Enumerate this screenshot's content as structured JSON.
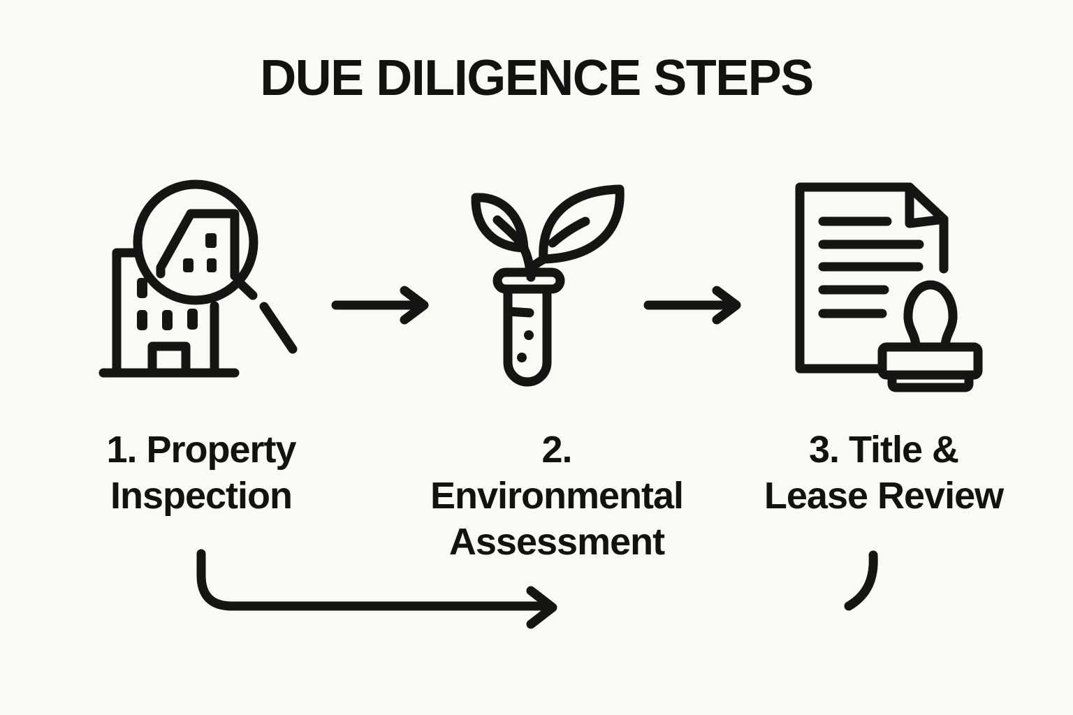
{
  "title": "DUE DILIGENCE STEPS",
  "steps": [
    {
      "number": "1",
      "label_line1": "1. Property",
      "label_line2": "Inspection",
      "icon": "building-magnifier-icon"
    },
    {
      "number": "2",
      "label_line1": "2. Environmental",
      "label_line2": "Assessment",
      "icon": "plant-test-tube-icon"
    },
    {
      "number": "3",
      "label_line1": "3. Title &",
      "label_line2": "Lease Review",
      "icon": "document-stamp-icon"
    }
  ],
  "connectors": {
    "between_steps": "right-arrow-icon",
    "bottom": "elbow-right-arrow-icon",
    "bottom_right": "curved-stroke"
  },
  "colors": {
    "background": "#FBF9F6",
    "ink": "#161513"
  }
}
